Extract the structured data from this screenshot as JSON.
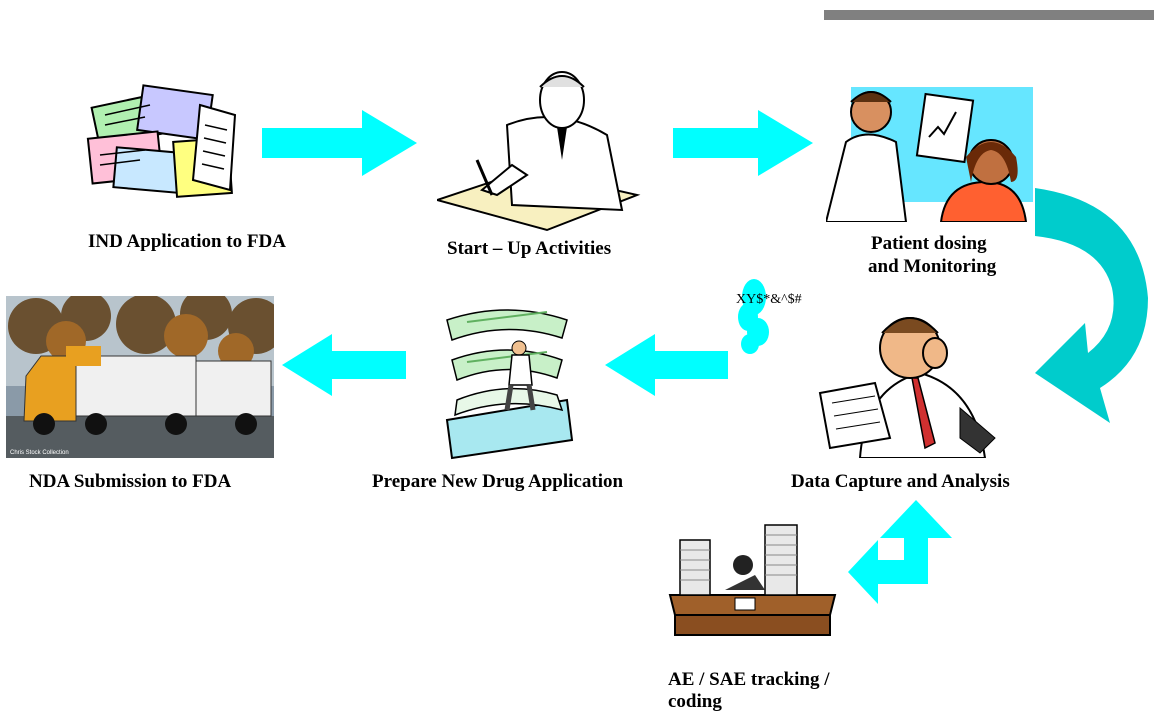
{
  "colors": {
    "arrow": "#00ffff",
    "curved_arrow": "#00cccc",
    "header_bar": "#808080",
    "text": "#000000"
  },
  "steps": {
    "ind": {
      "label": "IND Application to FDA",
      "icon": "documents-clipart-icon"
    },
    "startup": {
      "label": "Start – Up Activities",
      "icon": "writing-man-clipart-icon"
    },
    "dosing": {
      "label_line1": "Patient dosing",
      "label_line2": "and Monitoring",
      "icon": "doctor-patient-clipart-icon"
    },
    "data": {
      "label": "Data Capture and Analysis",
      "icon": "stressed-man-clipart-icon"
    },
    "prepare": {
      "label": "Prepare New Drug Application",
      "icon": "paper-scroll-clipart-icon"
    },
    "nda": {
      "label": "NDA Submission to FDA",
      "icon": "truck-photo-icon"
    },
    "ae": {
      "label_line1": "AE / SAE tracking /",
      "label_line2": "coding",
      "icon": "desk-papers-clipart-icon"
    }
  },
  "bubble_text": "XY$*&^$#",
  "photo_caption": "Chris Stock Collection"
}
